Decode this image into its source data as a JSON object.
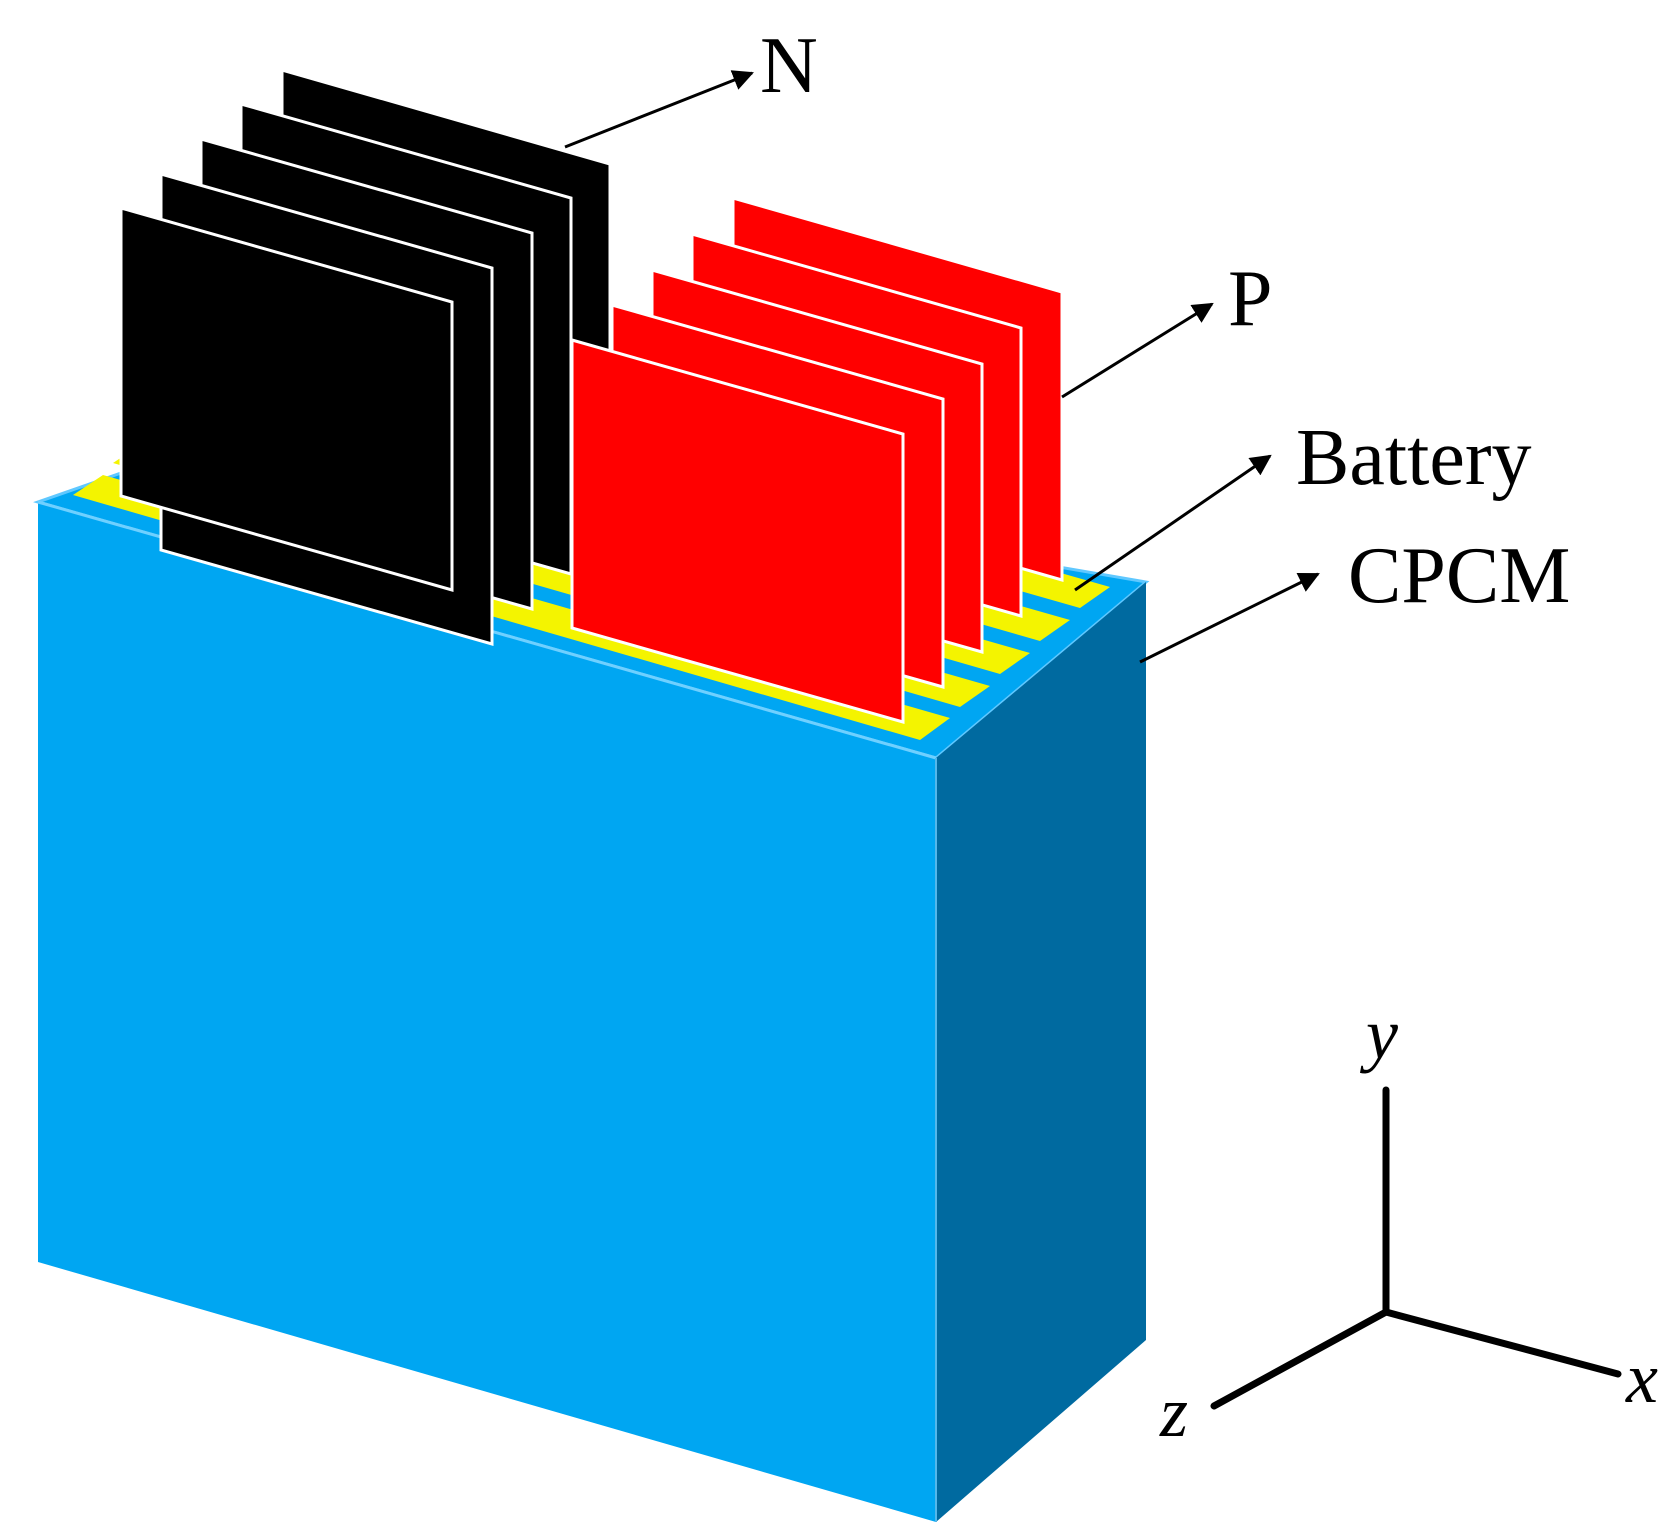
{
  "labels": {
    "negative_tab": "N",
    "positive_tab": "P",
    "battery": "Battery",
    "cpcm": "CPCM"
  },
  "axes": {
    "x": "x",
    "y": "y",
    "z": "z"
  },
  "colors": {
    "cpcm_front": "#00a6f2",
    "cpcm_side": "#006aa0",
    "cpcm_top": "#00a6f2",
    "battery": "#f4f400",
    "negative_tab": "#000000",
    "positive_tab": "#ff0000",
    "tab_edge": "#ffffff",
    "line": "#000000"
  },
  "components": {
    "negative_tabs": 5,
    "positive_tabs": 5,
    "battery_cells": 5
  }
}
